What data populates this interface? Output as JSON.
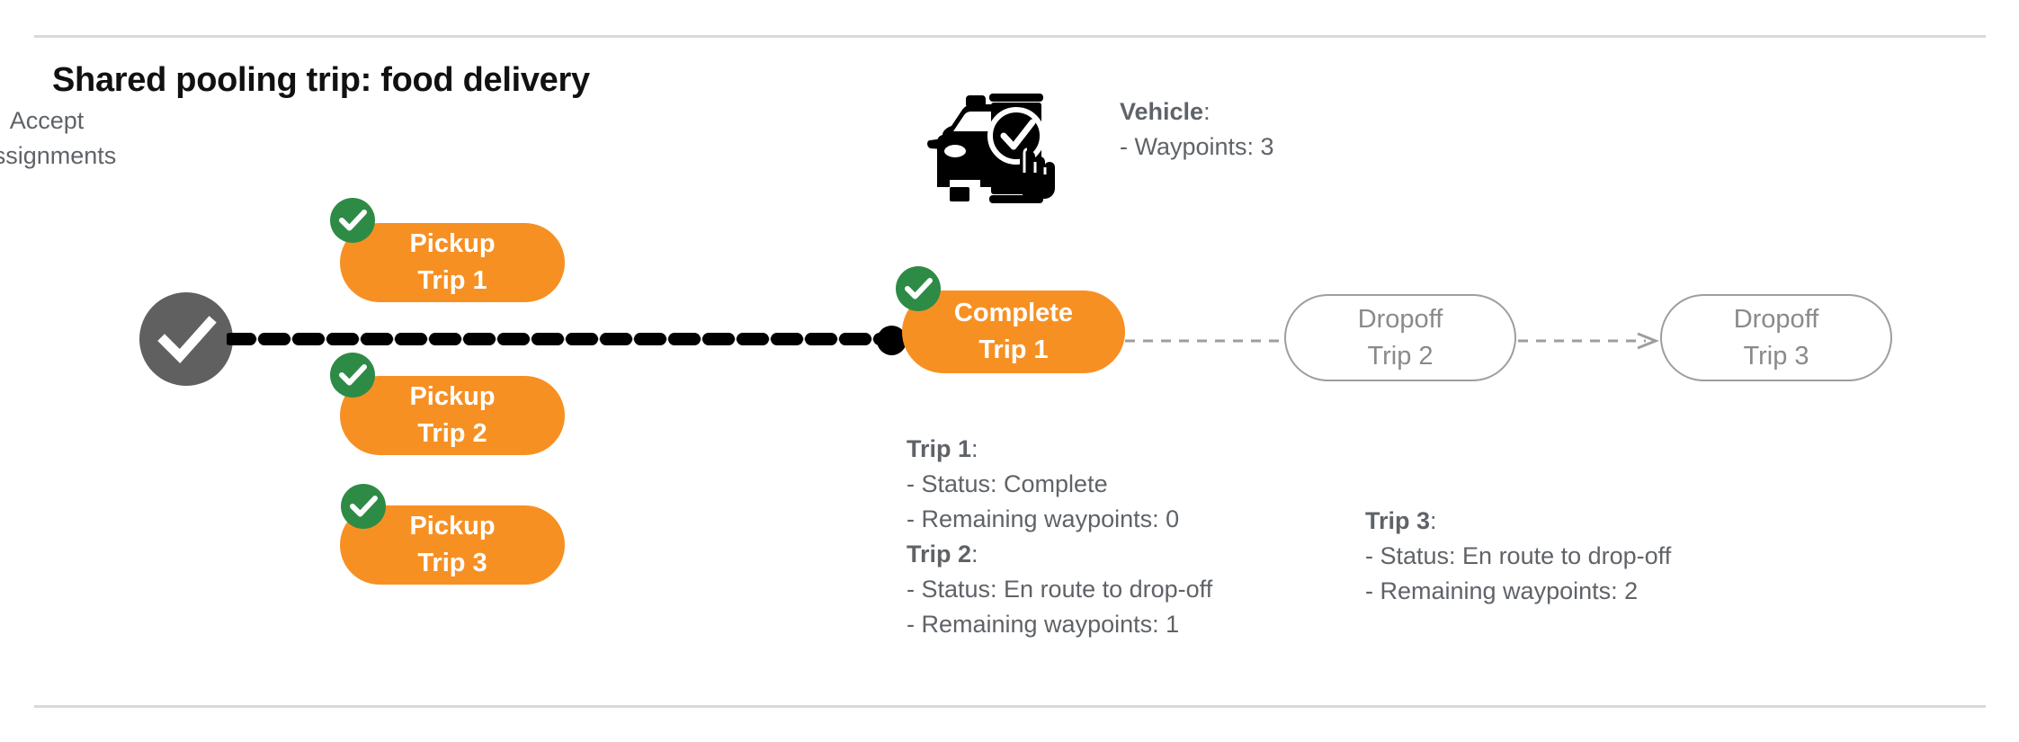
{
  "slide": {
    "title": "Shared pooling trip: food delivery",
    "background": "#ffffff",
    "rule_color": "#d9d9d9"
  },
  "colors": {
    "orange": "#F79022",
    "green": "#2E8B46",
    "gray_node": "#606060",
    "gray_text": "#5f6368",
    "outline_gray": "#9e9e9e",
    "black": "#000000"
  },
  "accept_node": {
    "icon": "check-circle-icon",
    "label_line1": "Accept",
    "label_line2": "Assignments"
  },
  "pickups": [
    {
      "line1": "Pickup",
      "line2": "Trip 1",
      "completed": true
    },
    {
      "line1": "Pickup",
      "line2": "Trip 2",
      "completed": true
    },
    {
      "line1": "Pickup",
      "line2": "Trip 3",
      "completed": true
    }
  ],
  "complete_node": {
    "line1": "Complete",
    "line2": "Trip 1",
    "completed": true
  },
  "dropoffs": [
    {
      "line1": "Dropoff",
      "line2": "Trip 2",
      "completed": false
    },
    {
      "line1": "Dropoff",
      "line2": "Trip 3",
      "completed": false
    }
  ],
  "vehicle": {
    "icon": "car-phone-check-icon",
    "heading": "Vehicle",
    "heading_suffix": ":",
    "waypoints_line": "- Waypoints: 3"
  },
  "trips": [
    {
      "heading": "Trip 1",
      "heading_suffix": ":",
      "status_line": "- Status:  Complete",
      "waypoints_line": "- Remaining waypoints: 0"
    },
    {
      "heading": "Trip 2",
      "heading_suffix": ":",
      "status_line": "- Status:  En route to drop-off",
      "waypoints_line": "- Remaining waypoints: 1"
    },
    {
      "heading": "Trip 3",
      "heading_suffix": ":",
      "status_line": "- Status:  En route to drop-off",
      "waypoints_line": "- Remaining waypoints: 2"
    }
  ]
}
